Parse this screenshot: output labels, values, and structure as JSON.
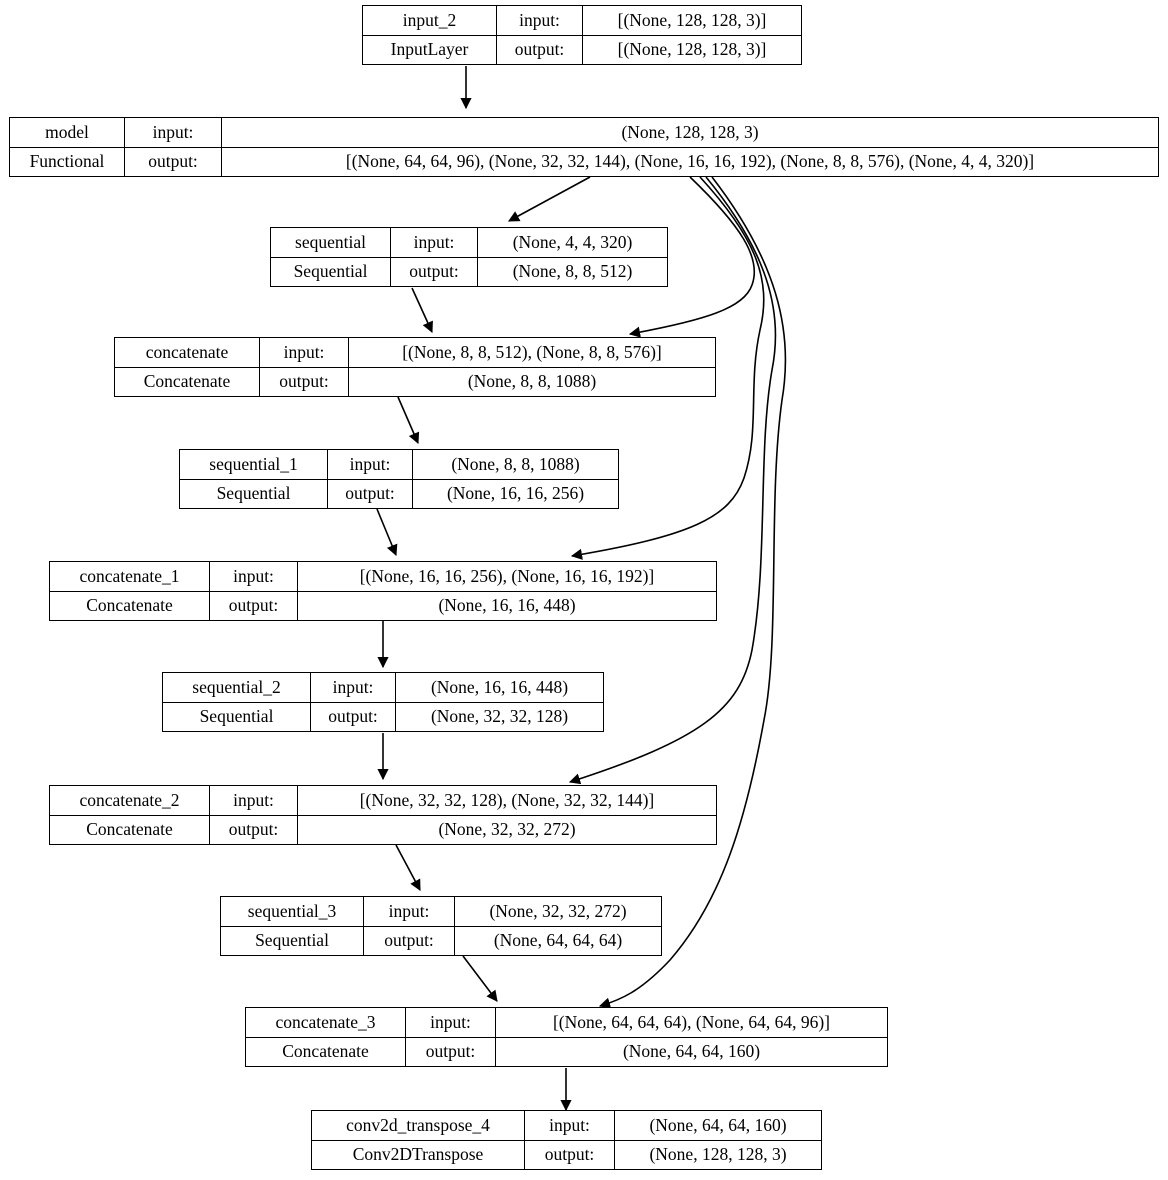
{
  "diagram": {
    "title": "Keras model architecture graph",
    "type": "keras-plot-model",
    "background": "#ffffff",
    "line_color": "#000000",
    "text_color": "#000000"
  },
  "nodes": [
    {
      "id": "input_2",
      "name": "input_2",
      "class": "InputLayer",
      "input_label": "input:",
      "output_label": "output:",
      "input_shape": "[(None, 128, 128, 3)]",
      "output_shape": "[(None, 128, 128, 3)]"
    },
    {
      "id": "model",
      "name": "model",
      "class": "Functional",
      "input_label": "input:",
      "output_label": "output:",
      "input_shape": "(None, 128, 128, 3)",
      "output_shape": "[(None, 64, 64, 96), (None, 32, 32, 144), (None, 16, 16, 192), (None, 8, 8, 576), (None, 4, 4, 320)]"
    },
    {
      "id": "sequential",
      "name": "sequential",
      "class": "Sequential",
      "input_label": "input:",
      "output_label": "output:",
      "input_shape": "(None, 4, 4, 320)",
      "output_shape": "(None, 8, 8, 512)"
    },
    {
      "id": "concatenate",
      "name": "concatenate",
      "class": "Concatenate",
      "input_label": "input:",
      "output_label": "output:",
      "input_shape": "[(None, 8, 8, 512), (None, 8, 8, 576)]",
      "output_shape": "(None, 8, 8, 1088)"
    },
    {
      "id": "sequential_1",
      "name": "sequential_1",
      "class": "Sequential",
      "input_label": "input:",
      "output_label": "output:",
      "input_shape": "(None, 8, 8, 1088)",
      "output_shape": "(None, 16, 16, 256)"
    },
    {
      "id": "concatenate_1",
      "name": "concatenate_1",
      "class": "Concatenate",
      "input_label": "input:",
      "output_label": "output:",
      "input_shape": "[(None, 16, 16, 256), (None, 16, 16, 192)]",
      "output_shape": "(None, 16, 16, 448)"
    },
    {
      "id": "sequential_2",
      "name": "sequential_2",
      "class": "Sequential",
      "input_label": "input:",
      "output_label": "output:",
      "input_shape": "(None, 16, 16, 448)",
      "output_shape": "(None, 32, 32, 128)"
    },
    {
      "id": "concatenate_2",
      "name": "concatenate_2",
      "class": "Concatenate",
      "input_label": "input:",
      "output_label": "output:",
      "input_shape": "[(None, 32, 32, 128), (None, 32, 32, 144)]",
      "output_shape": "(None, 32, 32, 272)"
    },
    {
      "id": "sequential_3",
      "name": "sequential_3",
      "class": "Sequential",
      "input_label": "input:",
      "output_label": "output:",
      "input_shape": "(None, 32, 32, 272)",
      "output_shape": "(None, 64, 64, 64)"
    },
    {
      "id": "concatenate_3",
      "name": "concatenate_3",
      "class": "Concatenate",
      "input_label": "input:",
      "output_label": "output:",
      "input_shape": "[(None, 64, 64, 64), (None, 64, 64, 96)]",
      "output_shape": "(None, 64, 64, 160)"
    },
    {
      "id": "conv2d_transpose_4",
      "name": "conv2d_transpose_4",
      "class": "Conv2DTranspose",
      "input_label": "input:",
      "output_label": "output:",
      "input_shape": "(None, 64, 64, 160)",
      "output_shape": "(None, 128, 128, 3)"
    }
  ],
  "edges": [
    {
      "from": "input_2",
      "to": "model"
    },
    {
      "from": "model",
      "to": "sequential"
    },
    {
      "from": "sequential",
      "to": "concatenate"
    },
    {
      "from": "model",
      "to": "concatenate"
    },
    {
      "from": "concatenate",
      "to": "sequential_1"
    },
    {
      "from": "sequential_1",
      "to": "concatenate_1"
    },
    {
      "from": "model",
      "to": "concatenate_1"
    },
    {
      "from": "concatenate_1",
      "to": "sequential_2"
    },
    {
      "from": "sequential_2",
      "to": "concatenate_2"
    },
    {
      "from": "model",
      "to": "concatenate_2"
    },
    {
      "from": "concatenate_2",
      "to": "sequential_3"
    },
    {
      "from": "sequential_3",
      "to": "concatenate_3"
    },
    {
      "from": "model",
      "to": "concatenate_3"
    },
    {
      "from": "concatenate_3",
      "to": "conv2d_transpose_4"
    }
  ]
}
